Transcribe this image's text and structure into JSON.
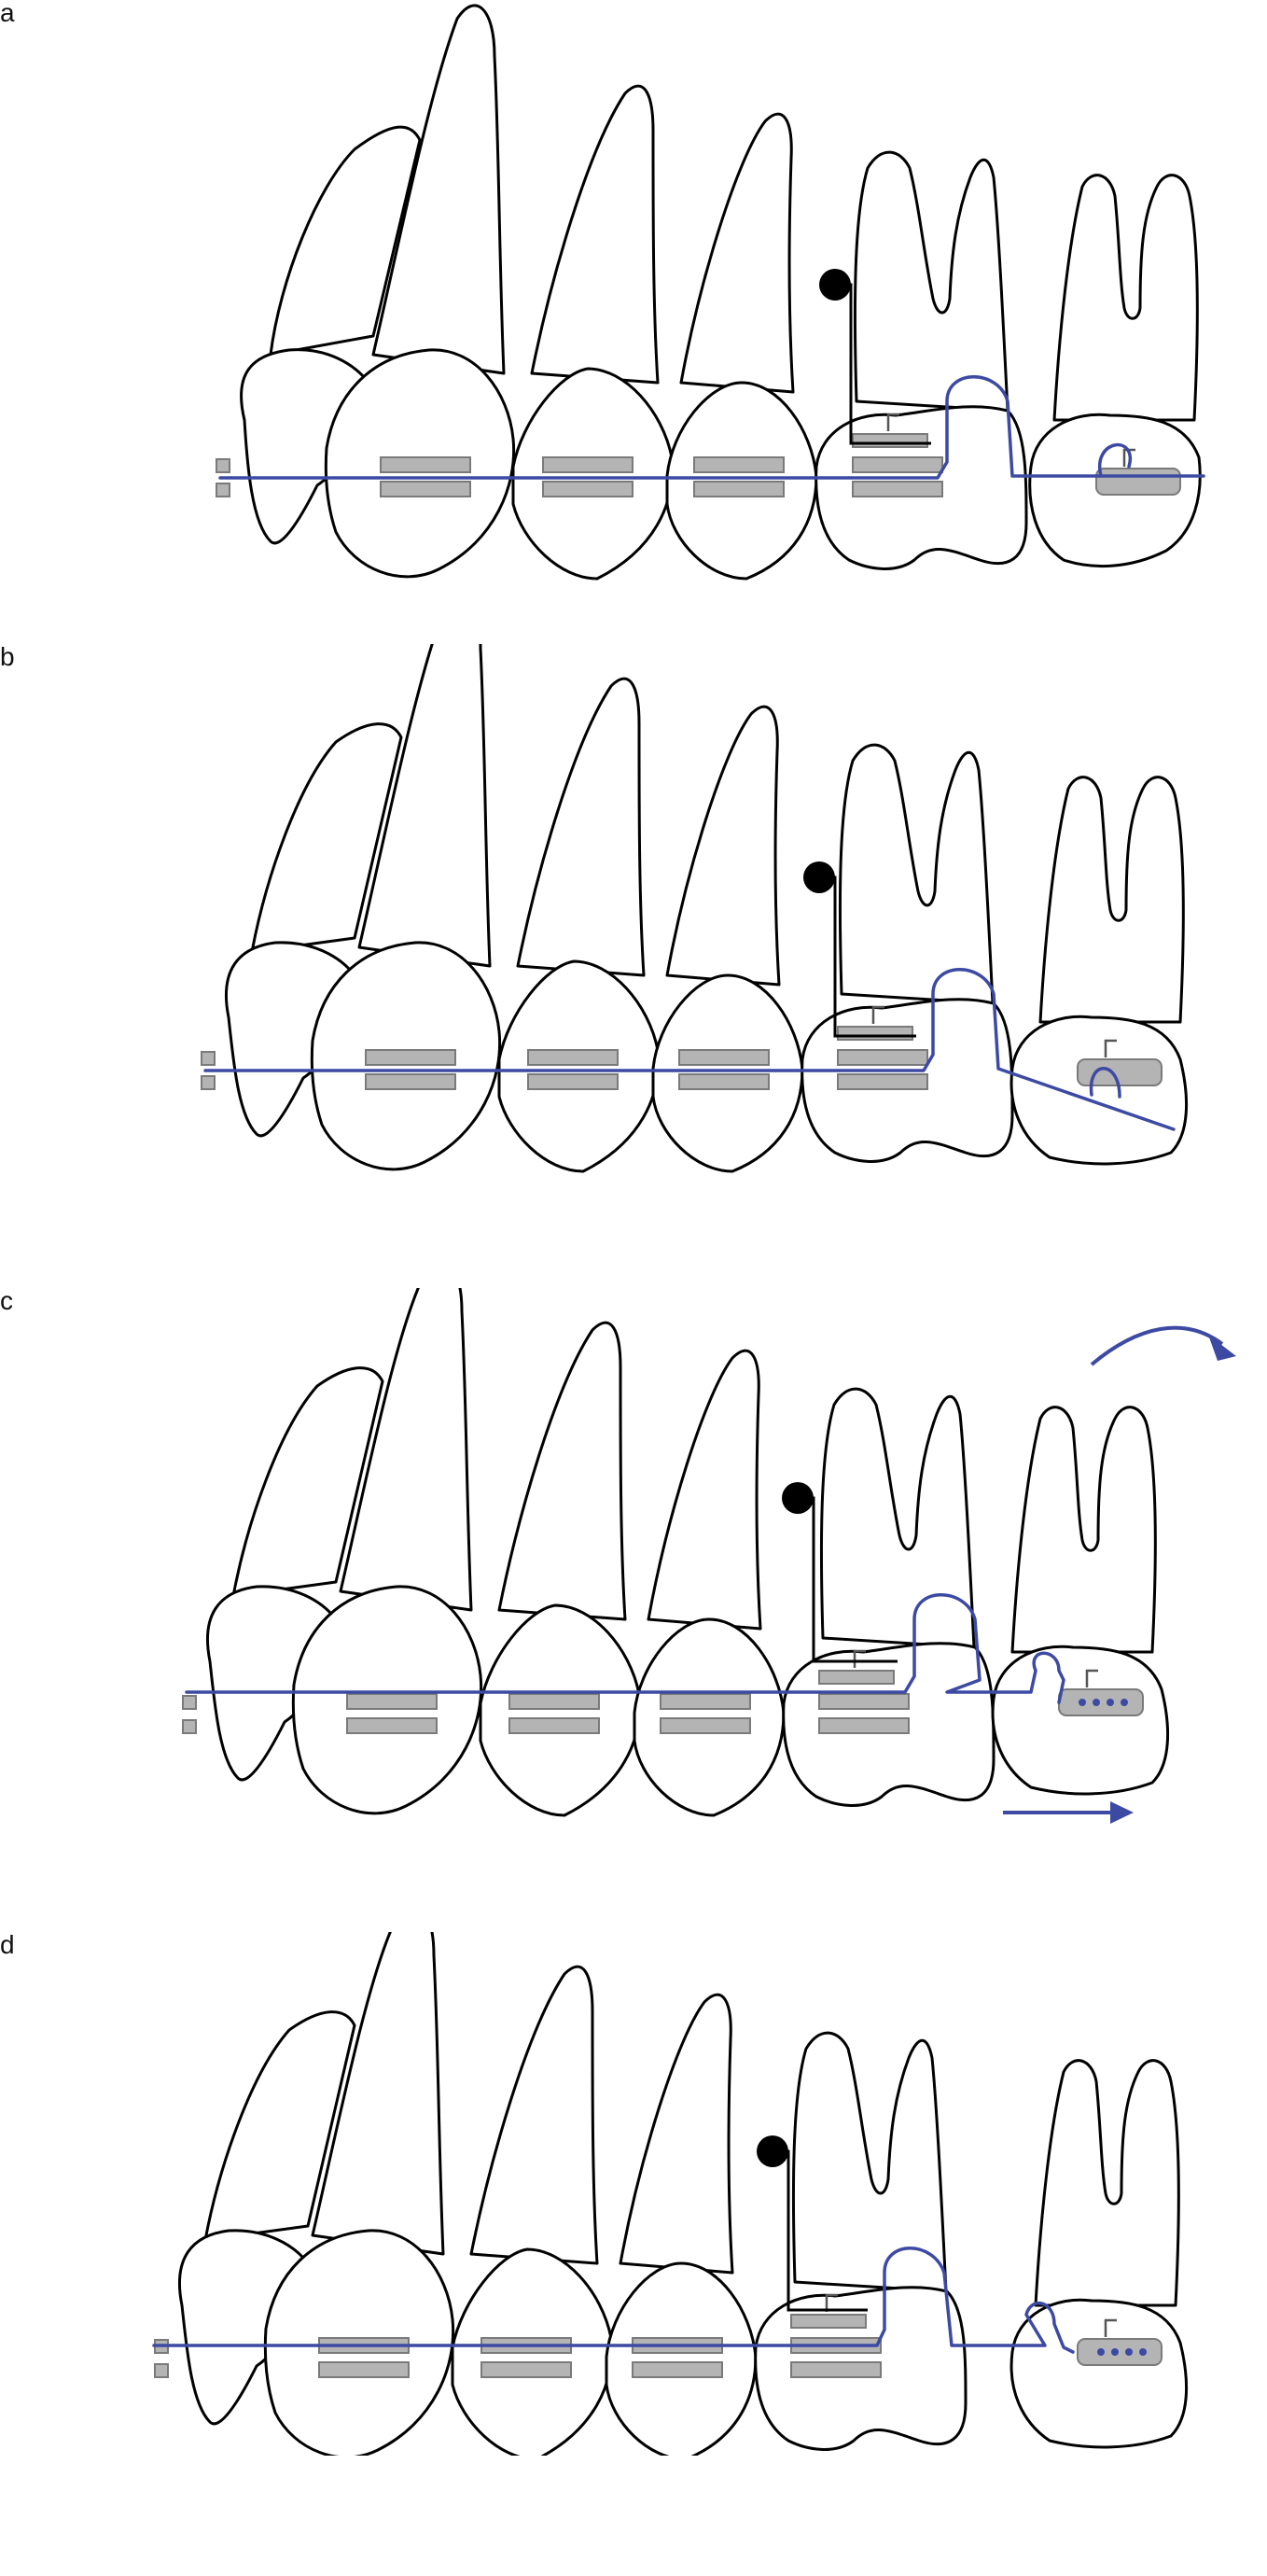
{
  "figure": {
    "panels": [
      {
        "id": "a",
        "label": "a"
      },
      {
        "id": "b",
        "label": "b"
      },
      {
        "id": "c",
        "label": "c"
      },
      {
        "id": "d",
        "label": "d"
      }
    ]
  },
  "colors": {
    "wire": "#3d4aa3",
    "bracket": "#b4b4b4",
    "outline": "#000000"
  }
}
